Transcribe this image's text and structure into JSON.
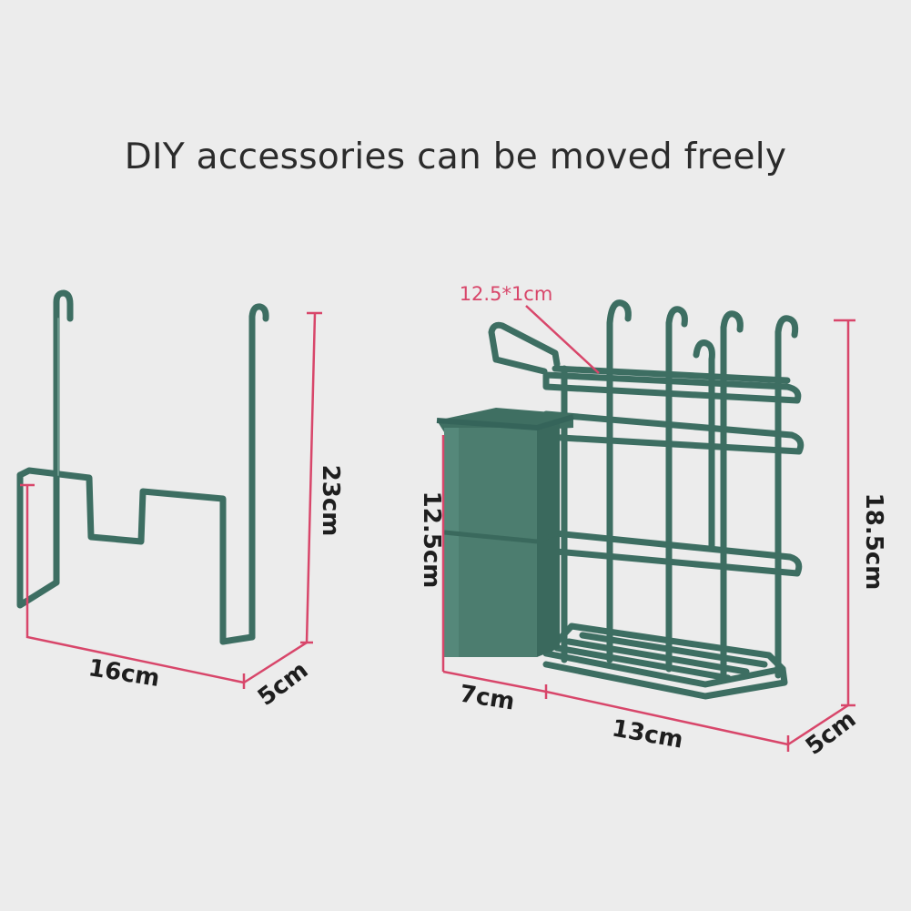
{
  "headline": "DIY accessories can be moved freely",
  "colors": {
    "background": "#ececec",
    "rack_green": "#3d6e62",
    "cup_green": "#4c7d6f",
    "dimension_line": "#d8466a",
    "text": "#1e1e1e"
  },
  "left_product": {
    "name": "cutting-board-holder",
    "dimensions": {
      "height": "23cm",
      "width": "16cm",
      "depth": "5cm"
    }
  },
  "right_product": {
    "name": "rack-with-utensil-cup",
    "dimensions": {
      "bar": "12.5*1cm",
      "cup_height": "12.5cm",
      "cup_width": "7cm",
      "rack_width": "13cm",
      "height": "18.5cm",
      "depth": "5cm"
    }
  }
}
